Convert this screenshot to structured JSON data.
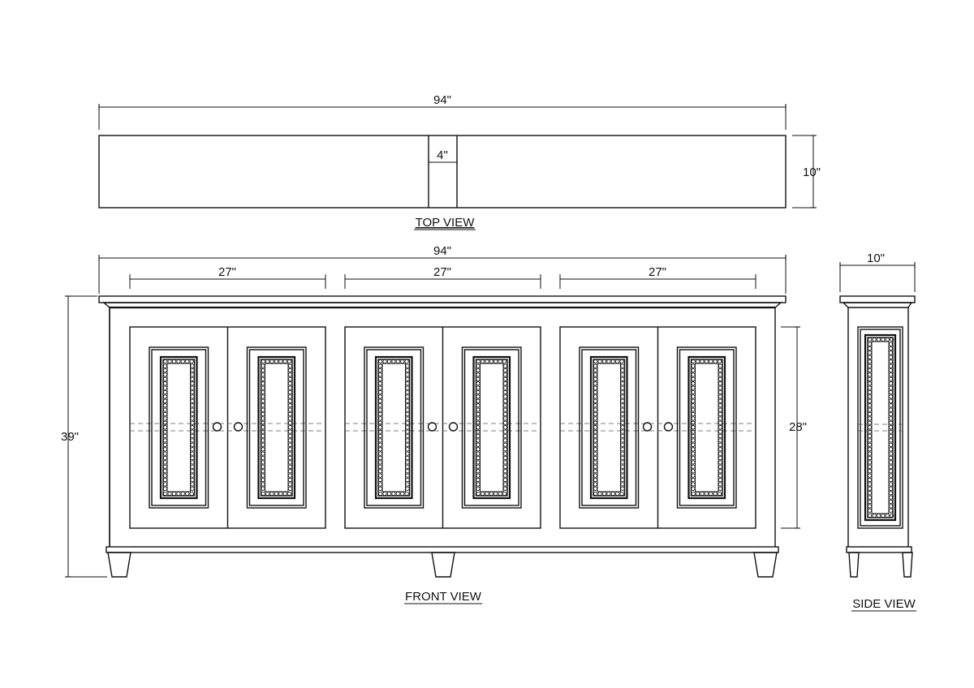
{
  "top_view": {
    "width_label": "94\"",
    "depth_label": "10\"",
    "center_label": "4\"",
    "caption": "TOP VIEW"
  },
  "front_view": {
    "width_label": "94\"",
    "height_label": "39\"",
    "door_height_label": "28\"",
    "section_labels": [
      "27\"",
      "27\"",
      "27\""
    ],
    "caption": "FRONT VIEW"
  },
  "side_view": {
    "depth_label": "10\"",
    "caption": "SIDE VIEW"
  },
  "colors": {
    "line": "#111111",
    "background": "#ffffff"
  }
}
